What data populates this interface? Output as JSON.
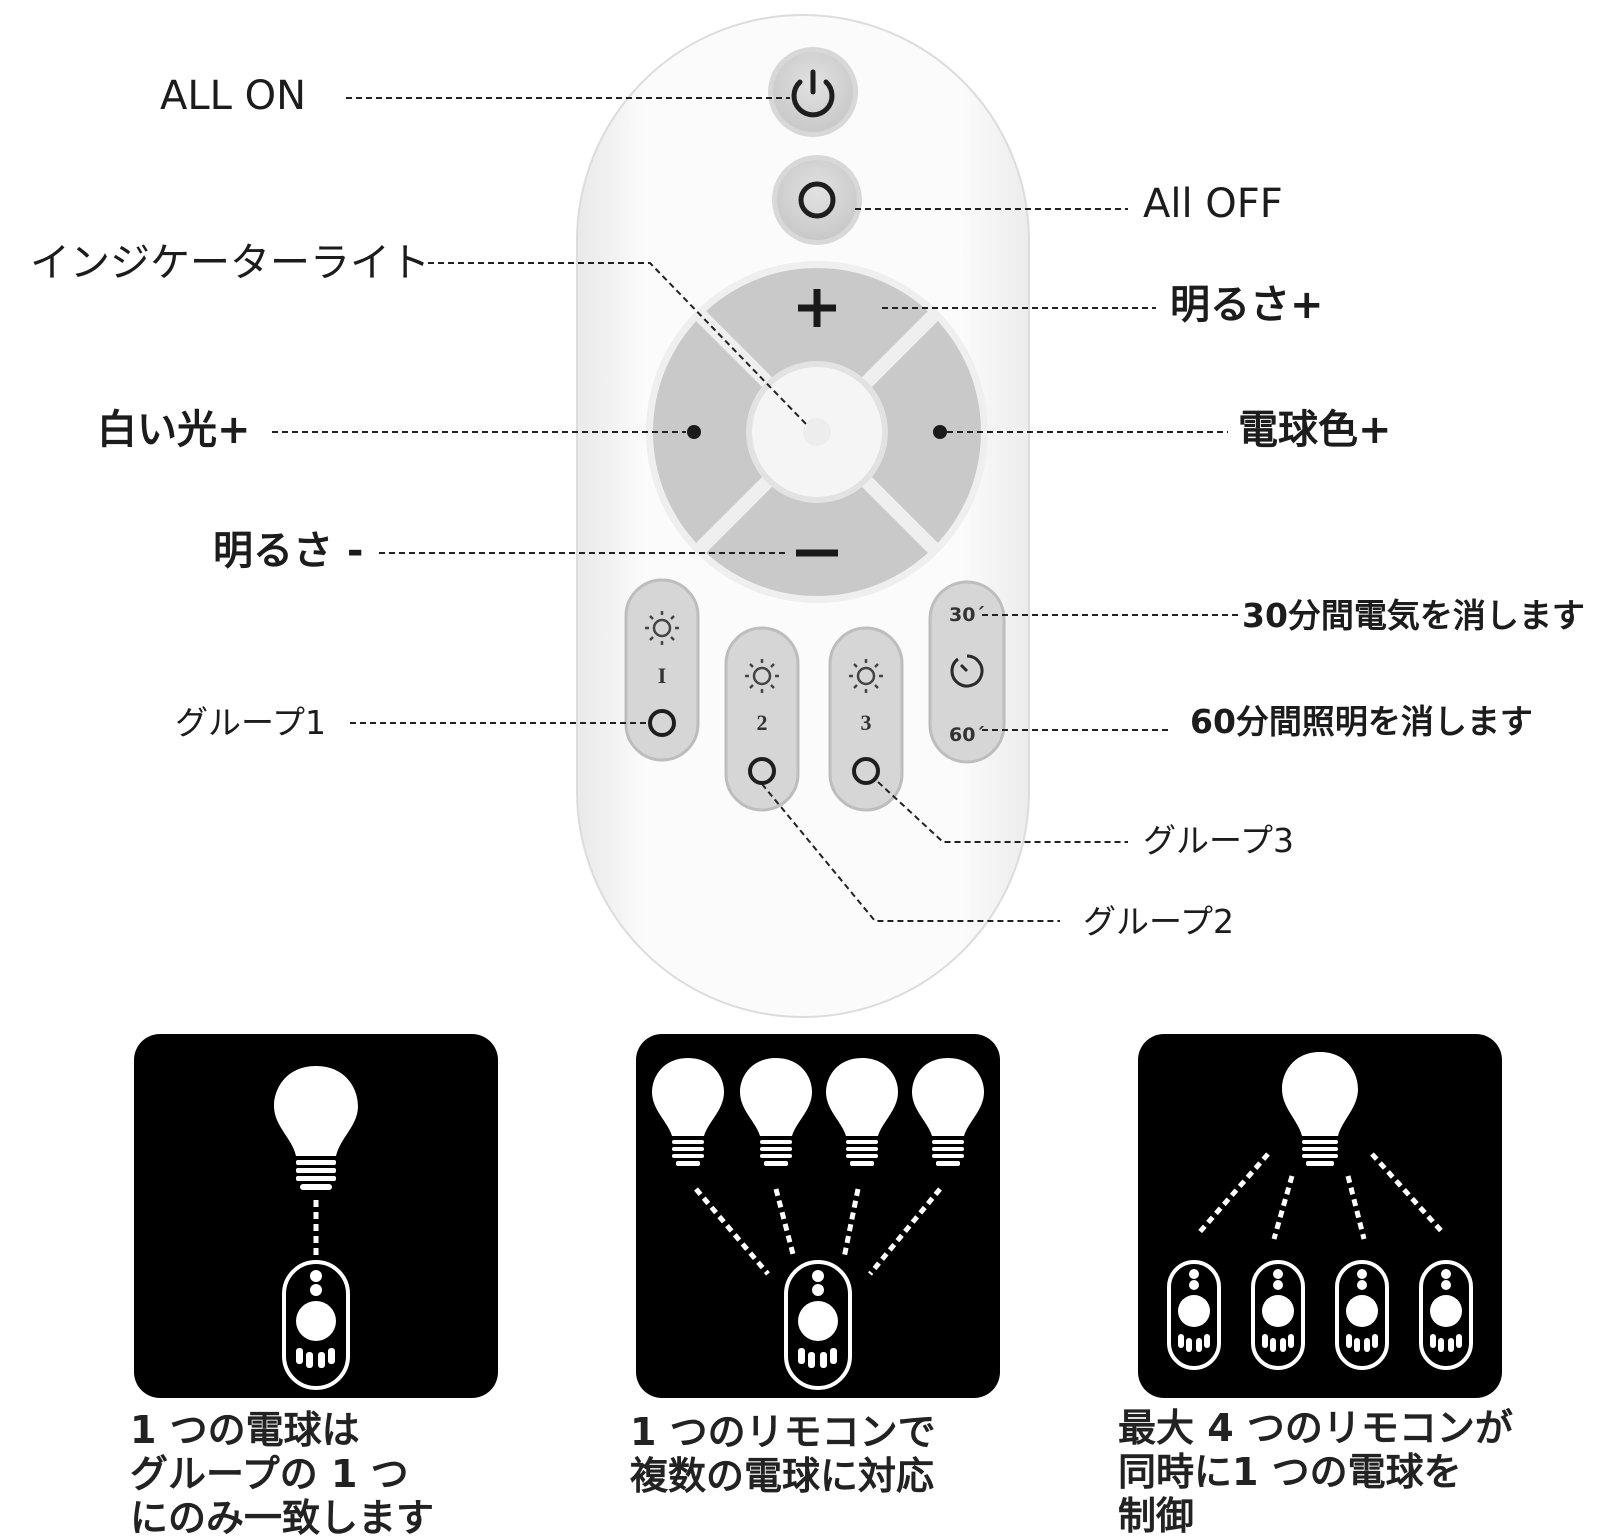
{
  "remote": {
    "all_on": "ALL ON",
    "all_off": "All OFF",
    "indicator_light": "インジケーターライト",
    "brightness_up": "明るさ+",
    "white_light_up": "白い光+",
    "warm_light_up": "電球色+",
    "brightness_down": "明るさ -",
    "timer_30": "30分間電気を消します",
    "timer_60": "60分間照明を消します",
    "group1": "グループ1",
    "group2": "グループ2",
    "group3": "グループ3",
    "key_group1": "I",
    "key_group2": "2",
    "key_group3": "3",
    "key_30": "30´",
    "key_60": "60´",
    "key_plus": "+",
    "key_minus": "−"
  },
  "panels": [
    {
      "caption": [
        "1 つの電球は",
        "グループの 1 つ",
        "にのみ一致します"
      ],
      "icon": "single-bulb-single-remote"
    },
    {
      "caption": [
        "1 つのリモコンで",
        "複数の電球に対応"
      ],
      "icon": "multi-bulb-single-remote"
    },
    {
      "caption": [
        "最大 4 つのリモコンが",
        "同時に1 つの電球を",
        "制御"
      ],
      "icon": "single-bulb-multi-remote"
    }
  ],
  "colors": {
    "remote_body": "#f7f7f7",
    "button_gray": "#cfcfcf",
    "panel_bg": "#000000",
    "bulb": "#ffffff"
  }
}
